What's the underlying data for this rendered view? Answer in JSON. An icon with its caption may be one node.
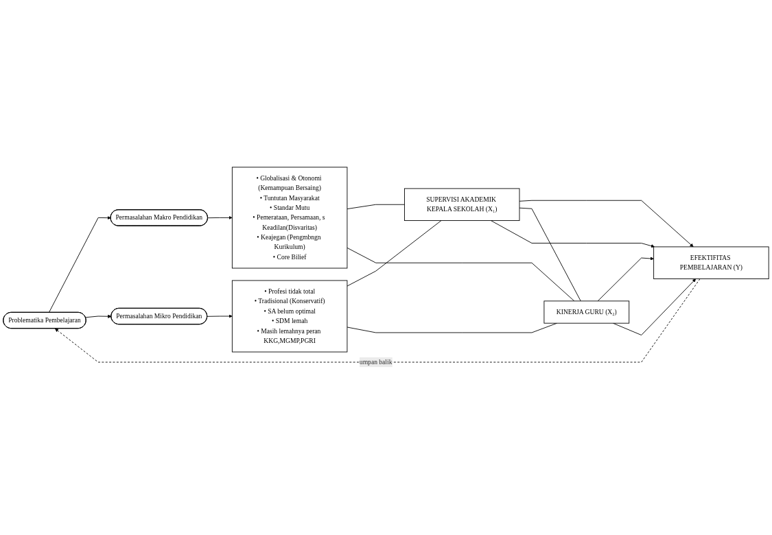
{
  "diagram": {
    "nodes": [
      {
        "text": [
          "Permasalahan Makro Pendidikan"
        ]
      },
      {
        "text": [
          "• Globalisasi & Otonomi (Kemampuan Bersaing)",
          "• Tuntutan Masyarakat",
          "• Standar Mutu",
          "• Pemerataan, Persamaan, s Keadilan(Disvaritas)",
          "• Keajegan (Pengmbngn Kurikulum)",
          "• Core Bilief"
        ]
      },
      {
        "text": [
          "SUPERVISI AKADEMIK KEPALA SEKOLAH (X₁)"
        ]
      },
      {
        "text": [
          "Problematika Pembelajaran"
        ]
      },
      {
        "text": [
          "EFEKTIFITAS PEMBELAJARAN (Y)"
        ]
      },
      {
        "text": [
          "Permasalahan Mikro Pendidikan"
        ]
      },
      {
        "text": [
          "• Profesi tidak total",
          "• Tradisional (Konservatif)",
          "• SA belum optimal",
          "• SDM lemah",
          "• Masih lemahnya peran KKG,MGMP,PGRI"
        ]
      },
      {
        "text": [
          "KINERJA GURU (X₂)"
        ]
      }
    ],
    "edges": [
      {
        "from": 3,
        "to": 0,
        "arrow": "to"
      },
      {
        "from": 3,
        "to": 5,
        "arrow": "to"
      },
      {
        "from": 0,
        "to": 1,
        "arrow": "to"
      },
      {
        "from": 5,
        "to": 6,
        "arrow": "to"
      },
      {
        "from": 1,
        "to": 2,
        "arrow": "none"
      },
      {
        "from": 1,
        "to": 7,
        "arrow": "none"
      },
      {
        "from": 6,
        "to": 2,
        "arrow": "none"
      },
      {
        "from": 6,
        "to": 7,
        "arrow": "none"
      },
      {
        "from": 2,
        "to": 4,
        "arrow": "to"
      },
      {
        "from": 7,
        "to": 4,
        "arrow": "to"
      },
      {
        "from": 2,
        "to": 7,
        "arrow": "none"
      },
      {
        "from": 2,
        "to": 4,
        "arrow": "to"
      },
      {
        "from": 7,
        "to": 4,
        "arrow": "to"
      },
      {
        "from": 4,
        "to": 3,
        "arrow": "to",
        "label": "umpan balik",
        "style": "dashed"
      }
    ]
  }
}
